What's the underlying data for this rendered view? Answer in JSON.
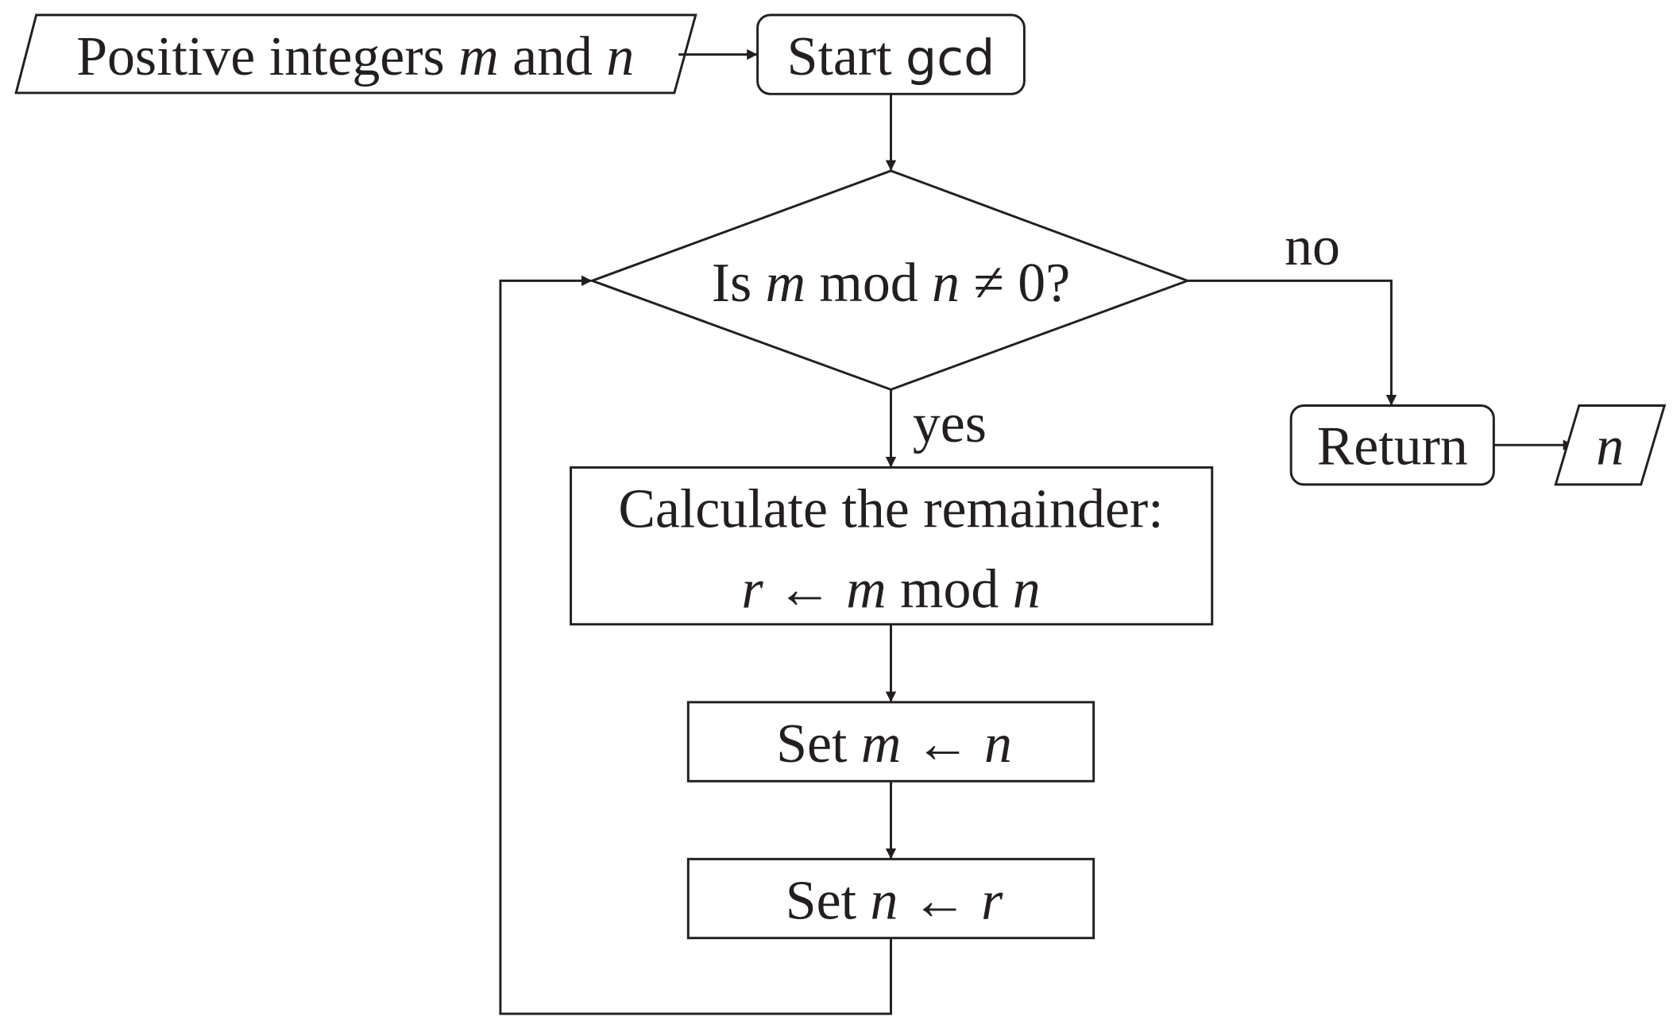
{
  "nodes": {
    "input": {
      "pre": "Positive integers ",
      "m": "m",
      "mid": " and ",
      "n": "n"
    },
    "start": {
      "pre": "Start ",
      "code": "gcd"
    },
    "decision": {
      "pre": "Is ",
      "m": "m",
      "mid": " mod ",
      "n": "n",
      "post": " ≠ 0?"
    },
    "calc": {
      "line1": "Calculate the remainder:",
      "r": "r",
      "arrow": " ← ",
      "m": "m",
      "mid": " mod ",
      "n": "n"
    },
    "set_m": {
      "pre": "Set ",
      "m": "m",
      "arrow": " ← ",
      "n": "n"
    },
    "set_n": {
      "pre": "Set ",
      "n": "n",
      "arrow": " ← ",
      "r": "r"
    },
    "return": {
      "label": "Return"
    },
    "output": {
      "n": "n"
    }
  },
  "edges": {
    "no_label": "no",
    "yes_label": "yes"
  },
  "colors": {
    "ink": "#231f20",
    "background": "#ffffff"
  }
}
